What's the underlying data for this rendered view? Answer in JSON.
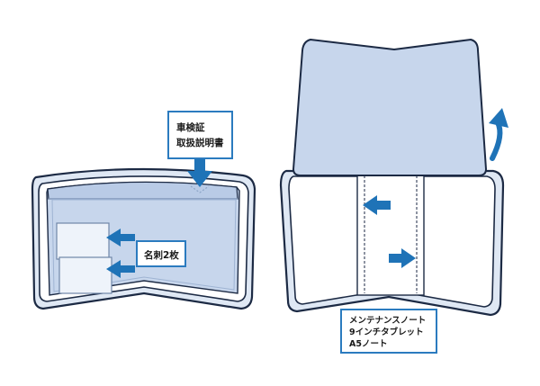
{
  "colors": {
    "outline": "#1c2a44",
    "pocket_fill": "#c7d6ec",
    "outer_rim": "#dfe8f4",
    "inner_white": "#ffffff",
    "accent_blue": "#1f73b7",
    "label_border": "#2b7bbf"
  },
  "left_wallet": {
    "label_top": {
      "line1": "車検証",
      "line2": "取扱説明書"
    },
    "label_side": "名刺2枚"
  },
  "right_wallet": {
    "label_bottom": {
      "line1": "メンテナンスノート",
      "line2": "9インチタブレット",
      "line3": "A5ノート"
    }
  },
  "icons": {
    "down_arrow": "arrow-down-icon",
    "left_arrow": "arrow-left-icon",
    "right_arrow": "arrow-right-icon",
    "curved_arrow": "curved-up-arrow-icon"
  }
}
